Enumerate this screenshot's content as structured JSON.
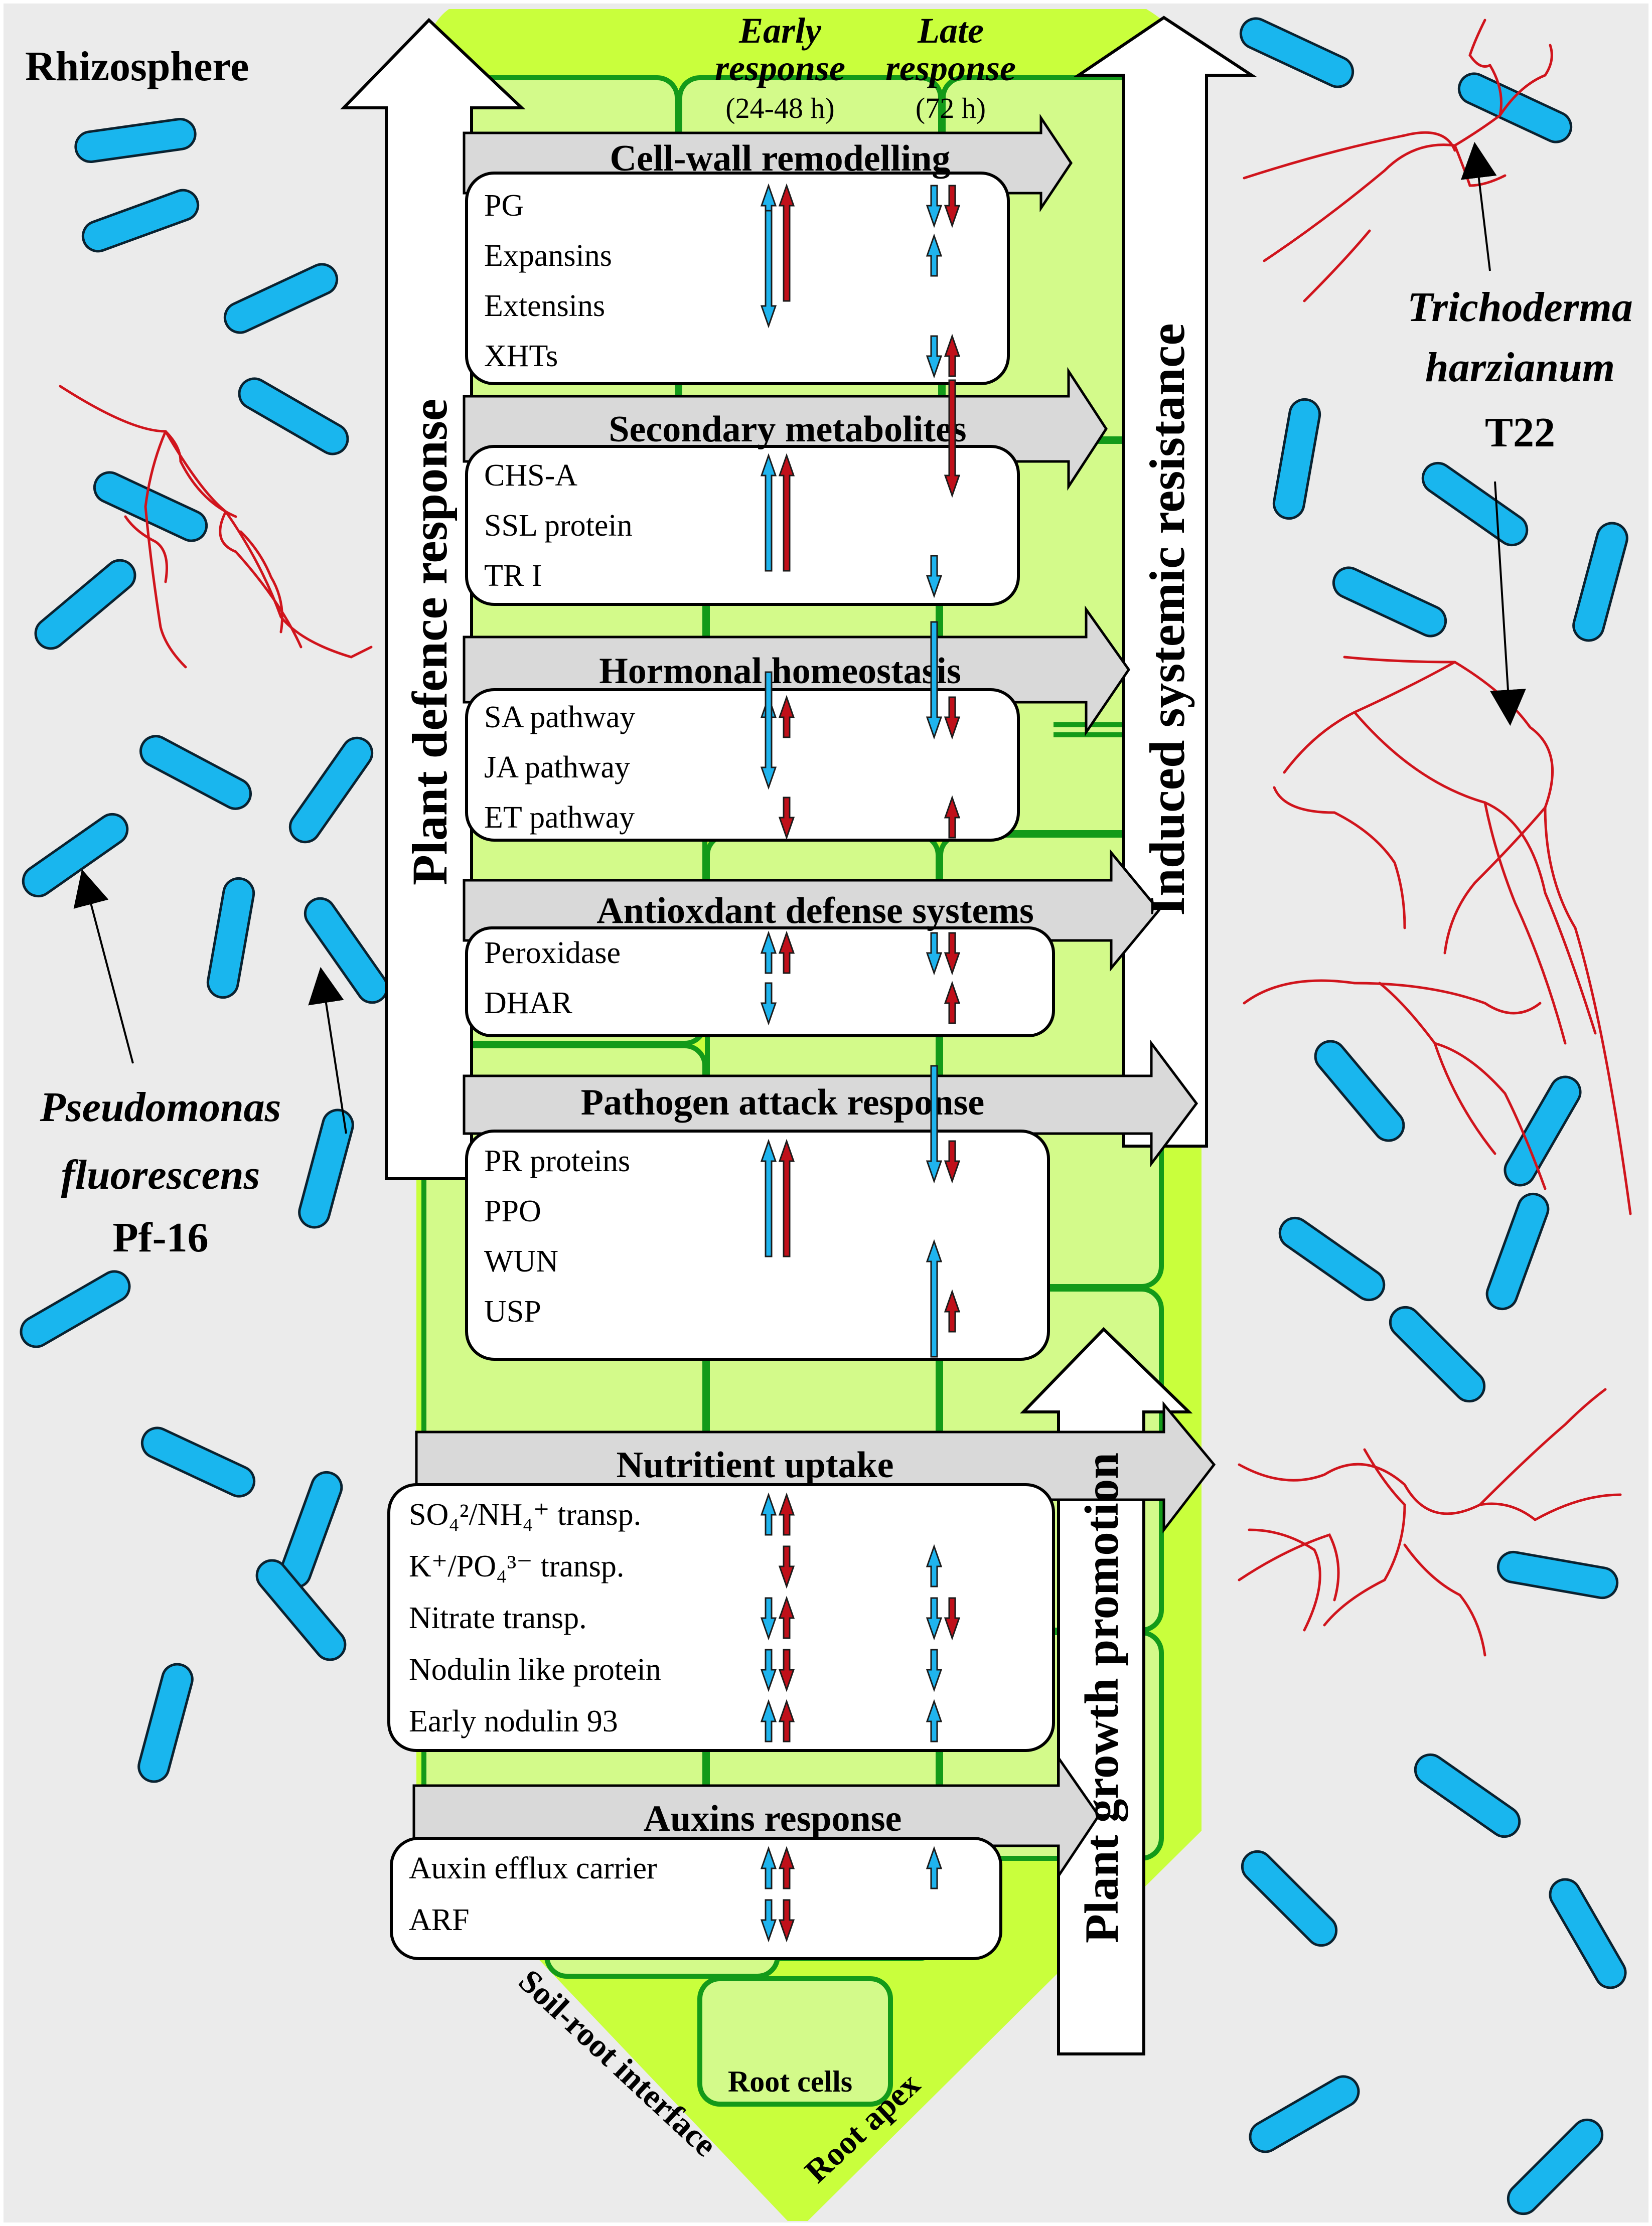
{
  "labels": {
    "rhizosphere": "Rhizosphere",
    "early_title": "Early",
    "early_title2": "response",
    "early_time": "(24-48 h)",
    "late_title": "Late",
    "late_title2": "response",
    "late_time": "(72 h)",
    "defence": "Plant defence response",
    "isr": "Induced systemic resistance",
    "growth": "Plant growth promotion",
    "tricho_1": "Trichoderma",
    "tricho_2": "harzianum",
    "tricho_3": "T22",
    "pseudo_1": "Pseudomonas",
    "pseudo_2": "fluorescens",
    "pseudo_3": "Pf-16",
    "interface": "Soil-root interface",
    "apex": "Root apex",
    "root_cells": "Root cells"
  },
  "colors": {
    "background": "#ebebeb",
    "root": "#c9ff3c",
    "cell": "#d3fa8a",
    "cell_wall": "#139a19",
    "up_down_blue": "#1fb4ee",
    "red": "#c0101a",
    "gray_arrow": "#d9d9d9",
    "bacteria": "#19b6ee",
    "hyphae": "#d0141c"
  },
  "groups": [
    {
      "title": "Cell-wall remodelling",
      "items": [
        {
          "name": "PG",
          "early": "blue-up-long red-up-long",
          "late": "blue-down red-down"
        },
        {
          "name": "Expansins",
          "early": "",
          "late": "blue-up"
        },
        {
          "name": "Extensins",
          "early": "blue-down-long",
          "late": ""
        },
        {
          "name": "XHTs",
          "early": "",
          "late": "blue-down red-up"
        }
      ]
    },
    {
      "title": "Secondary metabolites",
      "items": [
        {
          "name": "CHS-A",
          "early": "blue-up-long red-up-long",
          "late": "red-down-long"
        },
        {
          "name": "SSL protein",
          "early": "",
          "late": ""
        },
        {
          "name": "TR I",
          "early": "",
          "late": "blue-down"
        }
      ]
    },
    {
      "title": "Hormonal homeostasis",
      "items": [
        {
          "name": "SA pathway",
          "early": "blue-up red-up",
          "late": "blue-down-long red-down"
        },
        {
          "name": "JA pathway",
          "early": "blue-down-long",
          "late": ""
        },
        {
          "name": "ET pathway",
          "early": "red-down",
          "late": "red-up"
        }
      ]
    },
    {
      "title": "Antioxdant defense systems",
      "items": [
        {
          "name": "Peroxidase",
          "early": "blue-up red-up",
          "late": "blue-down red-down"
        },
        {
          "name": "DHAR",
          "early": "blue-down",
          "late": "red-up"
        }
      ]
    },
    {
      "title": "Pathogen attack response",
      "items": [
        {
          "name": "PR proteins",
          "early": "blue-up-long red-up-long",
          "late": "blue-down-long red-down"
        },
        {
          "name": "PPO",
          "early": "",
          "late": ""
        },
        {
          "name": "WUN",
          "early": "",
          "late": "blue-up-long"
        },
        {
          "name": "USP",
          "early": "",
          "late": "red-up"
        }
      ]
    },
    {
      "title": "Nutritient uptake",
      "items": [
        {
          "name": "SO₄²/NH₄⁺ transp.",
          "early": "blue-up red-up",
          "late": ""
        },
        {
          "name": "K⁺/PO₄³⁻ transp.",
          "early": "red-down",
          "late": "blue-up"
        },
        {
          "name": "Nitrate transp.",
          "early": "blue-down red-up",
          "late": "blue-down red-down"
        },
        {
          "name": "Nodulin like protein",
          "early": "blue-down red-down",
          "late": "blue-down"
        },
        {
          "name": "Early nodulin 93",
          "early": "blue-up red-up",
          "late": "blue-up"
        }
      ]
    },
    {
      "title": "Auxins response",
      "items": [
        {
          "name": "Auxin efflux carrier",
          "early": "blue-up red-up",
          "late": "blue-up"
        },
        {
          "name": "ARF",
          "early": "blue-down red-down",
          "late": ""
        }
      ]
    }
  ]
}
